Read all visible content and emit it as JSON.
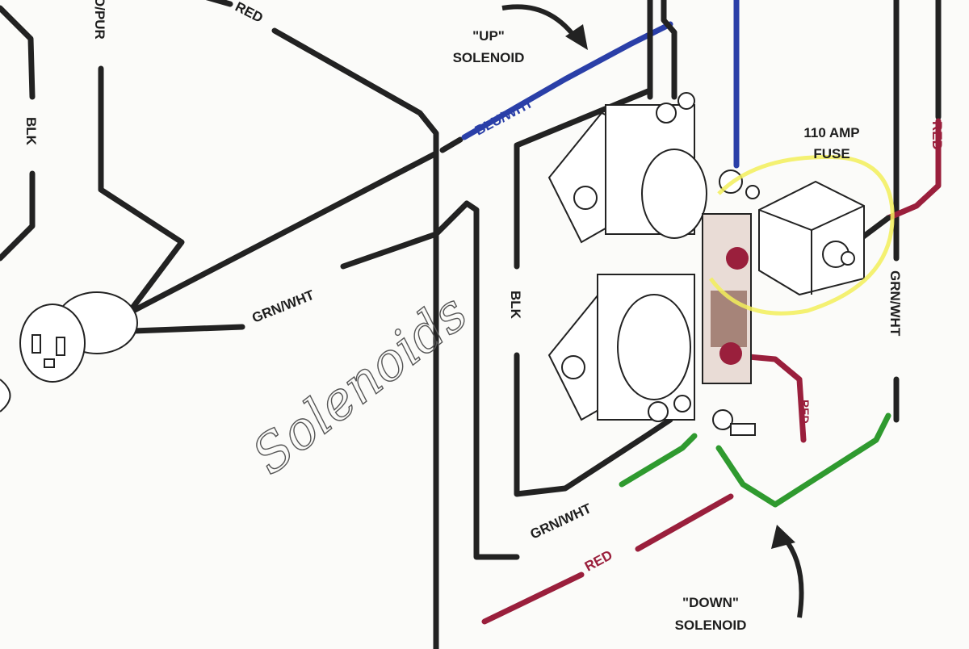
{
  "diagram": {
    "wire_labels": {
      "red_top": "RED",
      "red_pur": "O/PUR",
      "blk_left": "BLK",
      "grn_wht_left": "GRN/WHT",
      "blu_wht": "BLU/WHT",
      "blk_middle": "BLK",
      "grn_wht_right": "GRN/WHT",
      "red_right": "RED",
      "red_small": "RED",
      "grn_wht_bottom": "GRN/WHT",
      "red_bottom": "RED"
    },
    "callouts": {
      "up_solenoid_line1": "\"UP\"",
      "up_solenoid_line2": "SOLENOID",
      "down_solenoid_line1": "\"DOWN\"",
      "down_solenoid_line2": "SOLENOID",
      "fuse_line1": "110 AMP",
      "fuse_line2": "FUSE"
    },
    "handwritten_note": "Solenoids",
    "colors": {
      "blue": "#2a3fa8",
      "red": "#9a1f3c",
      "green": "#2f9a2f",
      "yellow": "#f2ef5a",
      "wire": "#222222"
    }
  }
}
